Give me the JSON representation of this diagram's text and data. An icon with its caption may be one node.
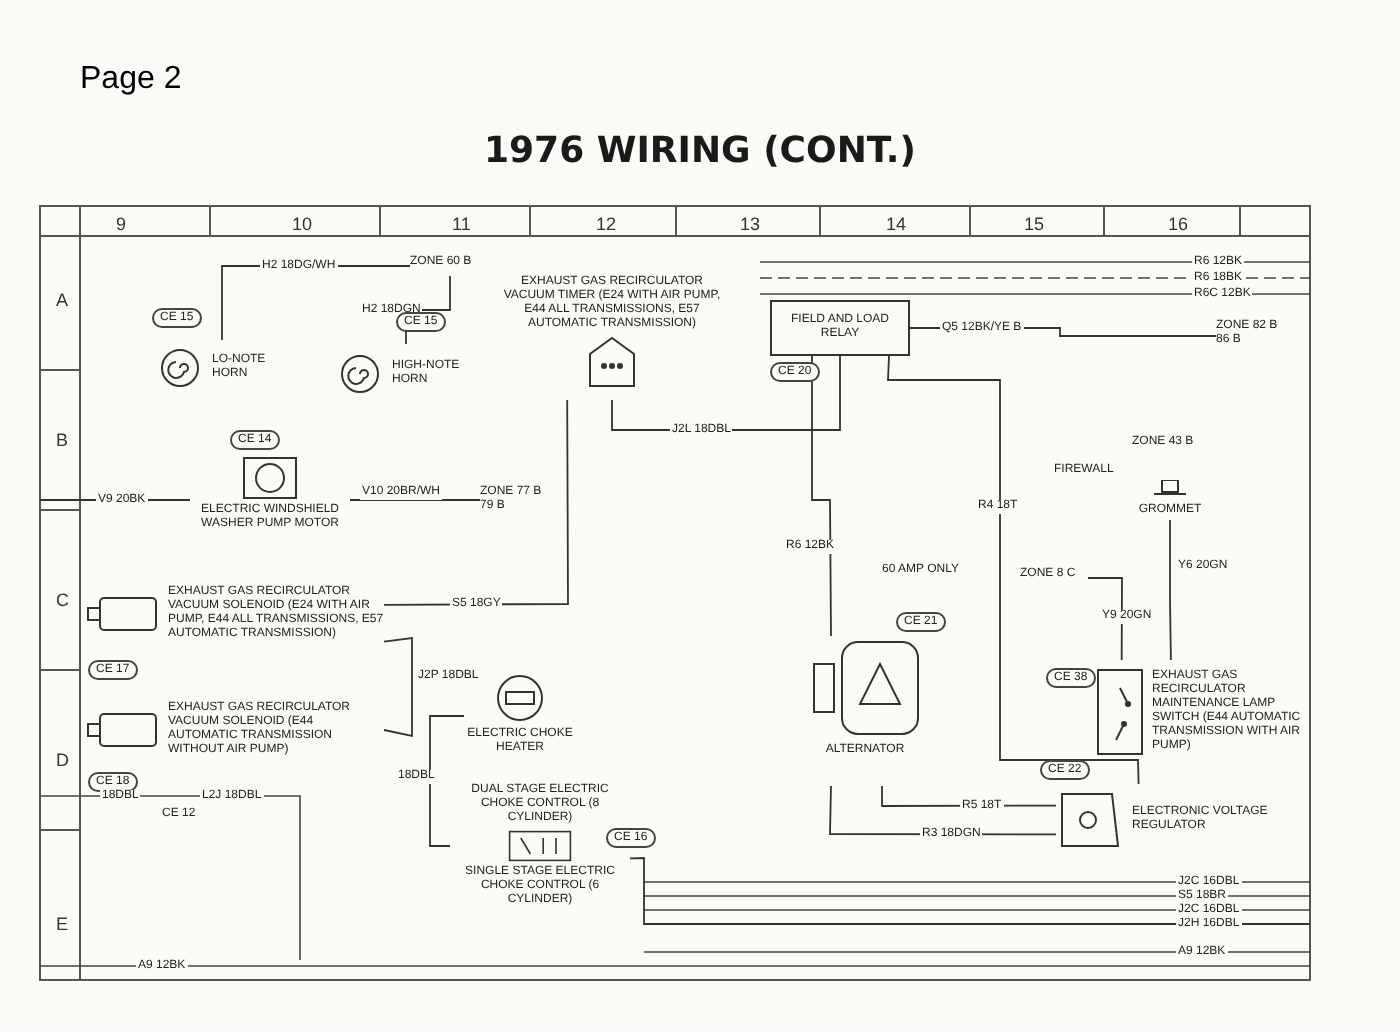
{
  "diagram": {
    "title": "1976 WIRING (CONT.)",
    "nodes": [
      {
        "text": [
          "LO-NOTE HORN"
        ],
        "beside": [
          "CE 15"
        ]
      },
      {
        "text": [
          "HIGH-NOTE HORN"
        ],
        "beside": [
          "CE 15"
        ]
      },
      {
        "text": [
          "ELECTRIC WINDSHIELD WASHER PUMP MOTOR"
        ],
        "beside": [
          "CE 14"
        ]
      },
      {
        "text": [
          "EXHAUST GAS RECIRCULATOR VACUUM TIMER (E24 WITH AIR PUMP, E44 ALL TRANSMISSIONS, E57 AUTOMATIC TRANSMISSION)"
        ]
      },
      {
        "text": [
          "FIELD AND LOAD RELAY"
        ],
        "beside": [
          "CE 20"
        ]
      },
      {
        "text": [
          "EXHAUST GAS RECIRCULATOR VACUUM SOLENOID (E24 WITH AIR PUMP, E44 ALL TRANSMISSIONS, E57 AUTOMATIC TRANSMISSION)"
        ],
        "beside": [
          "CE 17"
        ]
      },
      {
        "text": [
          "EXHAUST GAS RECIRCULATOR VACUUM SOLENOID (E44 AUTOMATIC TRANSMISSION WITHOUT AIR PUMP)"
        ],
        "beside": [
          "CE 18"
        ]
      },
      {
        "text": [
          "ELECTRIC CHOKE HEATER"
        ]
      },
      {
        "text": [
          "DUAL STAGE ELECTRIC CHOKE CONTROL (8 CYLINDER)",
          "SINGLE STAGE ELECTRIC CHOKE CONTROL (6 CYLINDER)"
        ],
        "beside": [
          "CE 16"
        ]
      },
      {
        "text": [
          "ALTERNATOR"
        ],
        "beside": [
          "CE 21"
        ]
      },
      {
        "text": [
          "GROMMET"
        ]
      },
      {
        "text": [
          "EXHAUST GAS RECIRCULATOR MAINTENANCE LAMP SWITCH (E44 AUTOMATIC TRANSMISSION WITH AIR PUMP)"
        ],
        "beside": [
          "CE 38"
        ]
      },
      {
        "text": [
          "ELECTRONIC VOLTAGE REGULATOR"
        ],
        "beside": [
          "CE 22"
        ]
      },
      {
        "text": [
          "ZONE 60 B"
        ]
      },
      {
        "text": [
          "ZONE 77 B 79 B"
        ]
      },
      {
        "text": [
          "ZONE 82 B 86 B"
        ]
      },
      {
        "text": [
          "ZONE 8 C"
        ]
      }
    ],
    "edges": [
      {
        "from": 0,
        "to": 13,
        "arrow": "none",
        "label": "H2 18DG/WH"
      },
      {
        "from": 1,
        "to": 13,
        "arrow": "none",
        "label": "H2 18DGN"
      },
      {
        "from": null,
        "to": 2,
        "arrow": "none",
        "label": "V9 20BK"
      },
      {
        "from": 2,
        "to": 14,
        "arrow": "none",
        "label": "V10 20BR/WH"
      },
      {
        "from": 3,
        "to": 4,
        "arrow": "none",
        "label": "J2L 18DBL"
      },
      {
        "from": 5,
        "to": 3,
        "arrow": "none",
        "label": "S5 18GY"
      },
      {
        "from": 6,
        "to": 5,
        "arrow": "none",
        "label": "J2P 18DBL"
      },
      {
        "from": 4,
        "to": 9,
        "arrow": "none",
        "label": "R6 12BK"
      },
      {
        "from": 4,
        "to": 15,
        "arrow": "none",
        "label": "Q5 12BK/YE B"
      },
      {
        "from": 10,
        "to": 11,
        "arrow": "none",
        "label": "Y6 20GN"
      },
      {
        "from": 16,
        "to": 11,
        "arrow": "none",
        "label": "Y9 20GN"
      },
      {
        "from": 9,
        "to": 12,
        "arrow": "none",
        "label": "R3 18DGN"
      },
      {
        "from": 9,
        "to": 12,
        "arrow": "none",
        "label": "R5 18T"
      },
      {
        "from": 4,
        "to": 12,
        "arrow": "none",
        "label": "R4 18T"
      },
      {
        "from": 7,
        "to": 8,
        "arrow": "none",
        "label": "18DBL"
      },
      {
        "from": 8,
        "to": null,
        "arrow": "none",
        "label": "J2H 16DBL"
      }
    ],
    "labels": [
      "Page 2",
      "9",
      "10",
      "11",
      "12",
      "13",
      "14",
      "15",
      "16",
      "A",
      "B",
      "C",
      "D",
      "E",
      "60 AMP ONLY",
      "ZONE 43 B",
      "FIREWALL",
      "R6 12BK",
      "R6 18BK",
      "R6C 12BK",
      "J2C 16DBL",
      "S5 18BR",
      "J2C 16DBL",
      "A9 12BK",
      "A9 12BK",
      "18DBL",
      "L2J 18DBL",
      "CE 12"
    ]
  }
}
